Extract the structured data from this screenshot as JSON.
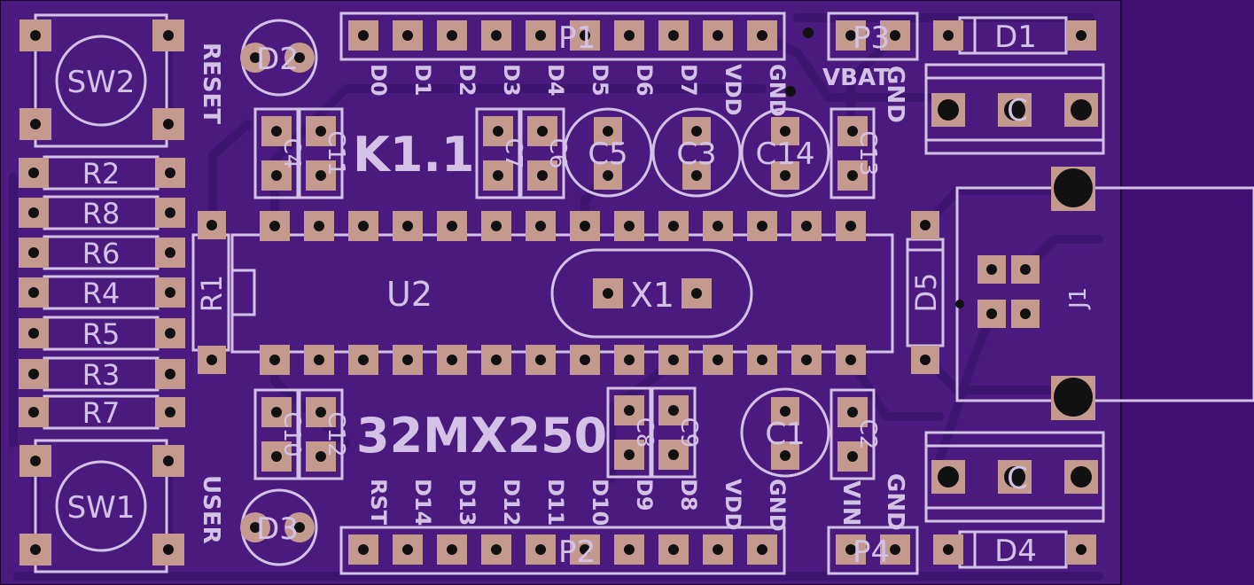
{
  "colors": {
    "board": "#4a1a7f",
    "trace": "#3d1470",
    "silk": "#d4c2e6",
    "pad": "#c49a8e",
    "hole": "#111111",
    "outside": "#420f72"
  },
  "labels": {
    "sw2": "SW2",
    "sw1": "SW1",
    "reset": "RESET",
    "user": "USER",
    "d2": "D2",
    "d3": "D3",
    "d1": "D1",
    "d4": "D4",
    "d5": "D5",
    "p1": "P1",
    "p2": "P2",
    "p3": "P3",
    "p4": "P4",
    "r2": "R2",
    "r8": "R8",
    "r6": "R6",
    "r4": "R4",
    "r5": "R5",
    "r3": "R3",
    "r7": "R7",
    "r1": "R1",
    "c4": "C4",
    "c11": "C11",
    "c7": "C7",
    "c6": "C6",
    "c5": "C5",
    "c3": "C3",
    "c14": "C14",
    "c13": "C13",
    "c10": "C10",
    "c12": "C12",
    "c8": "C8",
    "c9": "C9",
    "c1": "C1",
    "c2": "C2",
    "u2": "U2",
    "x1": "X1",
    "j1": "J1",
    "ic_top": "C",
    "ic_bot": "C",
    "k11": "K1.1",
    "part": "32MX250",
    "vbat": "VBAT",
    "gnd_p3": "GND",
    "vin": "VIN",
    "gnd_p4": "GND"
  },
  "p1_pins": [
    "D0",
    "D1",
    "D2",
    "D3",
    "D4",
    "D5",
    "D6",
    "D7",
    "VDD",
    "GND"
  ],
  "p2_pins": [
    "RST",
    "D14",
    "D13",
    "D12",
    "D11",
    "D10",
    "D9",
    "D8",
    "VDD",
    "GND"
  ]
}
